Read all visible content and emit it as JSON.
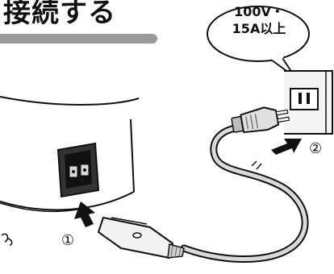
{
  "heading": {
    "title": "接続する"
  },
  "callout": {
    "line1": "100V・",
    "line2": "15A以上"
  },
  "steps": [
    {
      "marker": "①"
    },
    {
      "marker": "②"
    }
  ]
}
